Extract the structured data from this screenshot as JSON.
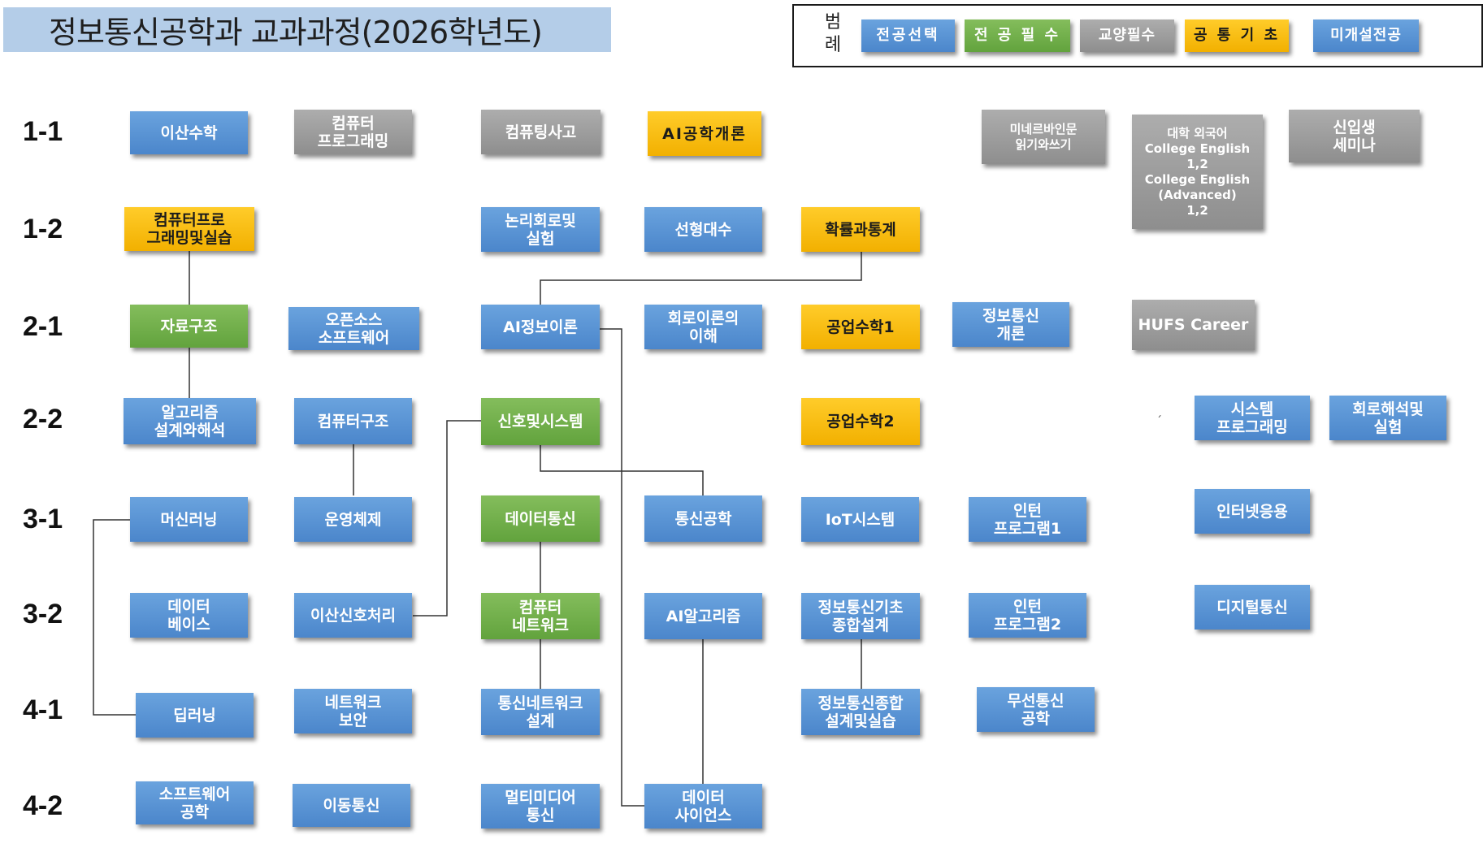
{
  "title": "정보통신공학과 교과과정(2026학년도)",
  "legend": {
    "label": "범\n례",
    "items": [
      {
        "label": "전공선택",
        "color": "blue"
      },
      {
        "label": "전 공 필 수",
        "color": "green"
      },
      {
        "label": "교양필수",
        "color": "gray"
      },
      {
        "label": "공 통 기 초",
        "color": "yellow"
      },
      {
        "label": "미개설전공",
        "color": "blue"
      }
    ]
  },
  "rows": [
    "1-1",
    "1-2",
    "2-1",
    "2-2",
    "3-1",
    "3-2",
    "4-1",
    "4-2"
  ],
  "courses": {
    "c11a": "이산수학",
    "c11b": "컴퓨터\n프로그래밍",
    "c11c": "컴퓨팅사고",
    "c11d": "AI공학개론",
    "c11e": "미네르바인문\n읽기와쓰기",
    "c11f": "대학 외국어\nCollege English\n1,2\nCollege English\n(Advanced)\n1,2",
    "c11g": "신입생\n세미나",
    "c12a": "컴퓨터프로\n그래밍및실습",
    "c12b": "논리회로및\n실험",
    "c12c": "선형대수",
    "c12d": "확률과통계",
    "c21a": "자료구조",
    "c21b": "오픈소스\n소프트웨어",
    "c21c": "AI정보이론",
    "c21d": "회로이론의\n이해",
    "c21e": "공업수학1",
    "c21f": "정보통신\n개론",
    "c21g": "HUFS Career",
    "c22a": "알고리즘\n설계와해석",
    "c22b": "컴퓨터구조",
    "c22c": "신호및시스템",
    "c22d": "공업수학2",
    "c22e": "시스템\n프로그래밍",
    "c22f": "회로해석및\n실험",
    "c31a": "머신러닝",
    "c31b": "운영체제",
    "c31c": "데이터통신",
    "c31d": "통신공학",
    "c31e": "IoT시스템",
    "c31f": "인턴\n프로그램1",
    "c31g": "인터넷응용",
    "c32a": "데이터\n베이스",
    "c32b": "이산신호처리",
    "c32c": "컴퓨터\n네트워크",
    "c32d": "AI알고리즘",
    "c32e": "정보통신기초\n종합설계",
    "c32f": "인턴\n프로그램2",
    "c32g": "디지털통신",
    "c41a": "딥러닝",
    "c41b": "네트워크\n보안",
    "c41c": "통신네트워크\n설계",
    "c41d": "정보통신종합\n설계및실습",
    "c41e": "무선통신\n공학",
    "c42a": "소프트웨어\n공학",
    "c42b": "이동통신",
    "c42c": "멀티미디어\n통신",
    "c42d": "데이터\n사이언스"
  },
  "colors": {
    "blue": "#5b95d5",
    "green": "#70ad47",
    "gray": "#9e9e9e",
    "yellow": "#ffc000",
    "title_bg": "#b4cde8",
    "line": "#333333"
  }
}
